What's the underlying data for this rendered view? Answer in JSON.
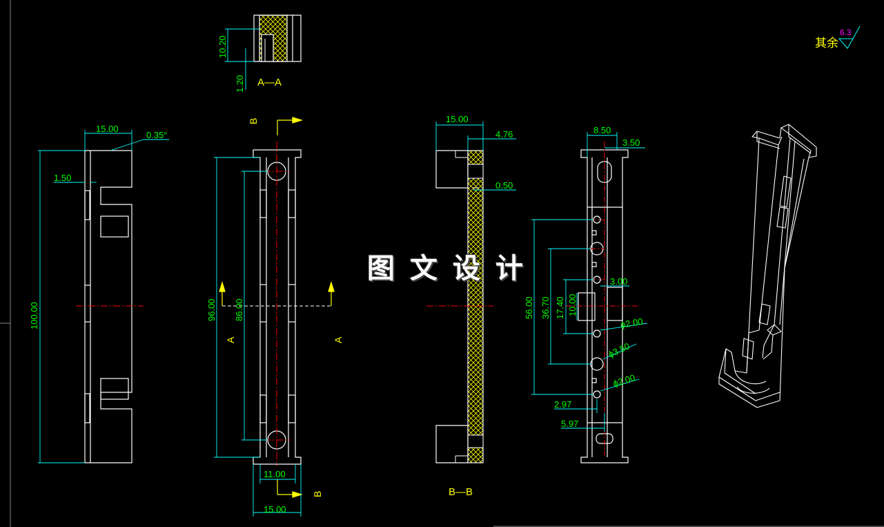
{
  "colors": {
    "background": "#000000",
    "outline": "#ffffff",
    "dimension": "#00ffff",
    "dim_text": "#00ff00",
    "label": "#ffff00",
    "center_line": "#ff0000",
    "hatch": "#ffff00",
    "roughness_value": "#ff00ff"
  },
  "watermark": "图文设计",
  "roughness": {
    "text": "其余",
    "value": "6.3"
  },
  "section_labels": {
    "aa": "A—A",
    "bb": "B—B",
    "a": "A",
    "b": "B"
  },
  "dims": {
    "front_width": "15.00",
    "front_angle": "0.35°",
    "front_step": "1.50",
    "front_height": "100.00",
    "mid_total": "96.00",
    "mid_hole_pitch": "86.00",
    "mid_bottom_width": "11.00",
    "mid_overall_width": "15.00",
    "sec_width": "15.00",
    "sec_offset": "4.76",
    "sec_thin": "0.50",
    "aa_height": "10.20",
    "aa_gap": "1.20",
    "side_width": "8.50",
    "side_offset": "3.50",
    "side_56": "56.00",
    "side_36": "36.70",
    "side_17": "17.40",
    "side_10": "10.00",
    "side_3": "3.00",
    "hole_d2a": "ϕ2.00",
    "hole_d35": "ϕ3.50",
    "hole_d2b": "ϕ2.00",
    "side_297": "2.97",
    "side_597": "5.97"
  }
}
